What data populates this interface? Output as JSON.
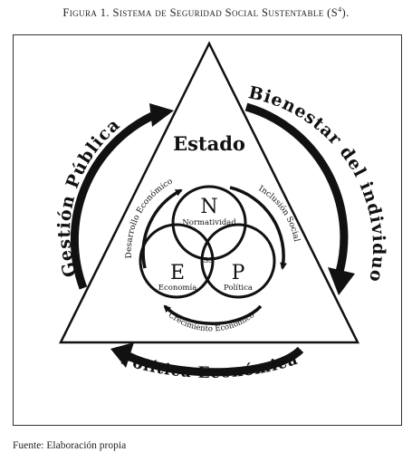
{
  "caption": {
    "text": "Figura 1. Sistema de Seguridad Social Sustentable (S",
    "superscript": "4",
    "suffix": ")."
  },
  "diagram": {
    "apex_label": "Estado",
    "outer_labels": {
      "left": "Gestión Pública",
      "right": "Bienestar del individuo",
      "bottom": "Política Económica"
    },
    "inner_arrow_labels": {
      "left": "Desarrollo Económico",
      "right": "Inclusión Social",
      "bottom": "Crecimiento Económico"
    },
    "circles": [
      {
        "letter": "N",
        "label": "Normatividad"
      },
      {
        "letter": "E",
        "label": "Economía"
      },
      {
        "letter": "P",
        "label": "Política"
      }
    ],
    "center_label": "SS"
  },
  "source": "Fuente: Elaboración propia",
  "colors": {
    "ink": "#111111",
    "background": "#ffffff"
  }
}
